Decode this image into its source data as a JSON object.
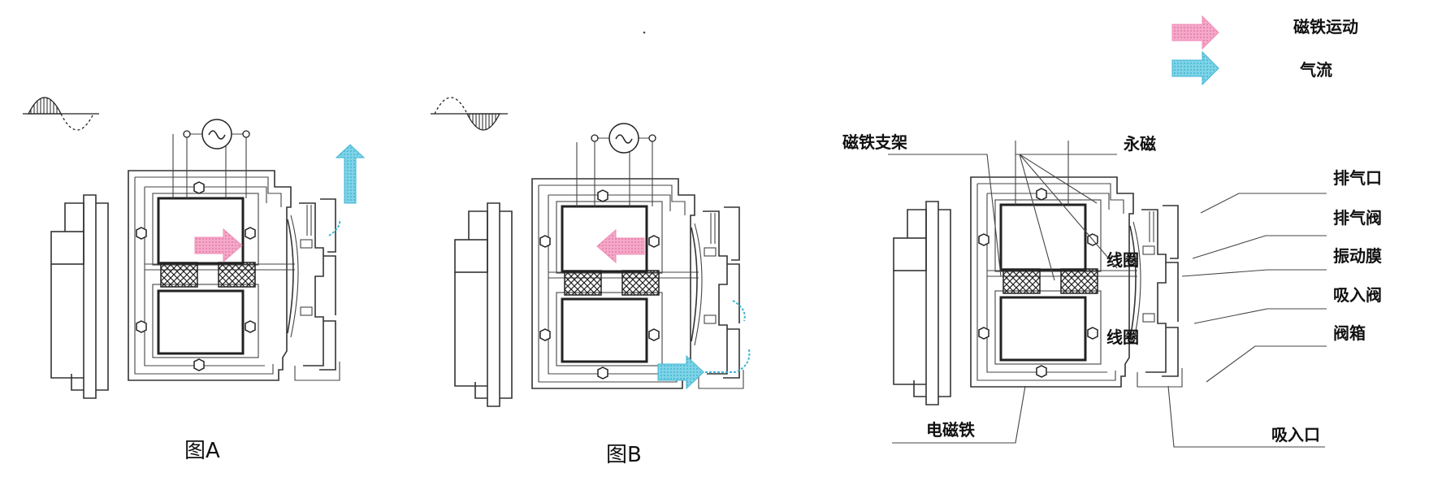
{
  "legend": {
    "magnet_motion": "磁铁运动",
    "airflow": "气流"
  },
  "figures": {
    "fig_a_label": "图A",
    "fig_b_label": "图B"
  },
  "callouts": {
    "magnet_bracket": "磁铁支架",
    "permanent_magnet": "永磁",
    "coil_top": "线圈",
    "coil_bottom": "线圈",
    "electromagnet": "电磁铁",
    "exhaust_port": "排气口",
    "exhaust_valve": "排气阀",
    "vibration_membrane": "振动膜",
    "suction_valve": "吸入阀",
    "valve_box": "阀箱",
    "suction_port": "吸入口"
  },
  "colors": {
    "magnet_arrow": "#f4a9c8",
    "airflow_arrow": "#7fd3e6",
    "line": "#333333"
  }
}
